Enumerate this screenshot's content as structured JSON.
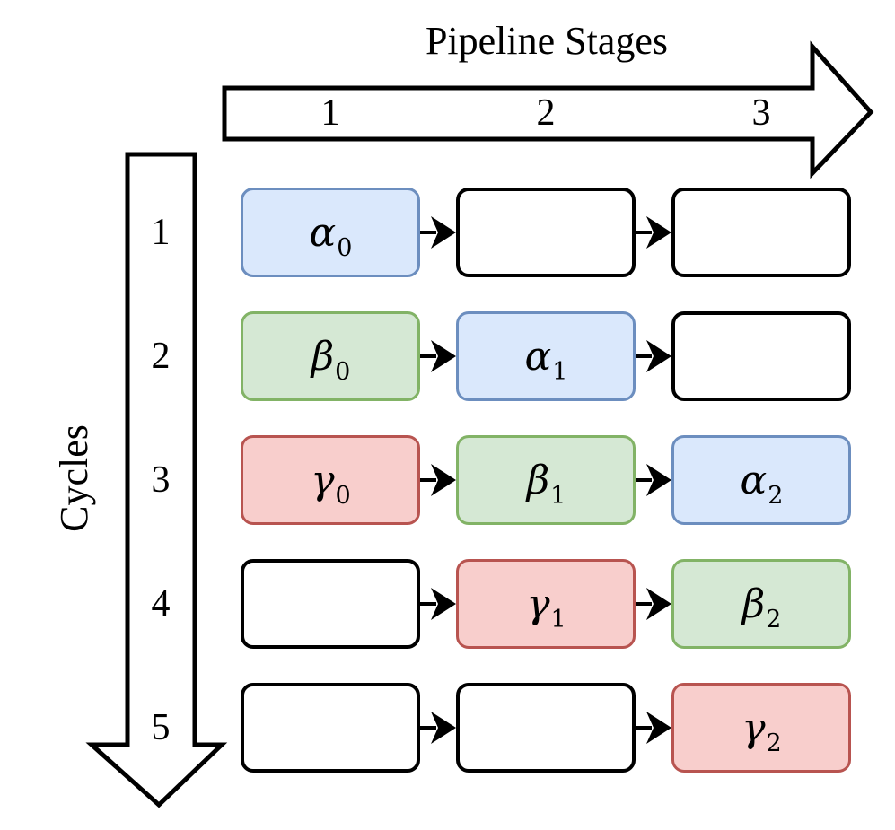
{
  "title": "Pipeline Stages",
  "y_axis_label": "Cycles",
  "stage_numbers": [
    "1",
    "2",
    "3"
  ],
  "cycle_numbers": [
    "1",
    "2",
    "3",
    "4",
    "5"
  ],
  "palette": {
    "blue": {
      "fill": "#dae8fc",
      "stroke": "#6c8ebf"
    },
    "green": {
      "fill": "#d5e8d4",
      "stroke": "#82b366"
    },
    "red": {
      "fill": "#f8cecc",
      "stroke": "#b85450"
    },
    "empty": {
      "fill": "#ffffff",
      "stroke": "#000000"
    },
    "arrow_outline": "#000000",
    "arrow_fill": "#ffffff"
  },
  "grid": {
    "rows": [
      {
        "cycle": "1",
        "cells": [
          {
            "base": "α",
            "sub": "0",
            "color": "blue"
          },
          {
            "base": "",
            "sub": "",
            "color": "empty"
          },
          {
            "base": "",
            "sub": "",
            "color": "empty"
          }
        ]
      },
      {
        "cycle": "2",
        "cells": [
          {
            "base": "β",
            "sub": "0",
            "color": "green"
          },
          {
            "base": "α",
            "sub": "1",
            "color": "blue"
          },
          {
            "base": "",
            "sub": "",
            "color": "empty"
          }
        ]
      },
      {
        "cycle": "3",
        "cells": [
          {
            "base": "γ",
            "sub": "0",
            "color": "red"
          },
          {
            "base": "β",
            "sub": "1",
            "color": "green"
          },
          {
            "base": "α",
            "sub": "2",
            "color": "blue"
          }
        ]
      },
      {
        "cycle": "4",
        "cells": [
          {
            "base": "",
            "sub": "",
            "color": "empty"
          },
          {
            "base": "γ",
            "sub": "1",
            "color": "red"
          },
          {
            "base": "β",
            "sub": "2",
            "color": "green"
          }
        ]
      },
      {
        "cycle": "5",
        "cells": [
          {
            "base": "",
            "sub": "",
            "color": "empty"
          },
          {
            "base": "",
            "sub": "",
            "color": "empty"
          },
          {
            "base": "γ",
            "sub": "2",
            "color": "red"
          }
        ]
      }
    ]
  }
}
